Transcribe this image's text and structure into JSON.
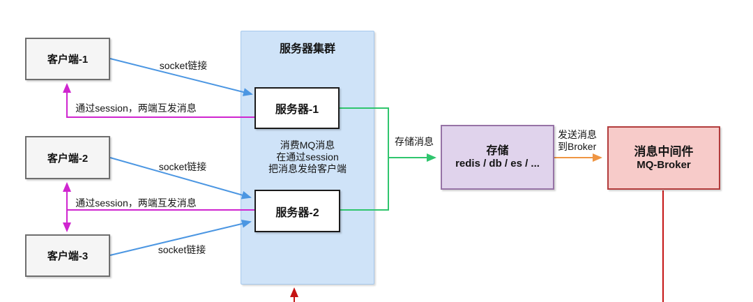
{
  "nodes": {
    "client1": {
      "label": "客户端-1"
    },
    "client2": {
      "label": "客户端-2"
    },
    "client3": {
      "label": "客户端-3"
    },
    "cluster": {
      "title": "服务器集群",
      "note": "消费MQ消息\n在通过session\n把消息发给客户端"
    },
    "server1": {
      "label": "服务器-1"
    },
    "server2": {
      "label": "服务器-2"
    },
    "storage": {
      "title": "存储",
      "subtitle": "redis / db / es / ..."
    },
    "broker": {
      "title": "消息中间件",
      "subtitle": "MQ-Broker"
    }
  },
  "edges": {
    "socket1": {
      "label": "socket链接"
    },
    "socket2": {
      "label": "socket链接"
    },
    "socket3": {
      "label": "socket链接"
    },
    "session1": {
      "label": "通过session，两端互发消息"
    },
    "session2": {
      "label": "通过session，两端互发消息"
    },
    "store": {
      "label": "存储消息"
    },
    "send": {
      "label": "发送消息\n到Broker"
    }
  },
  "colors": {
    "arrow-blue": "#4b96e2",
    "arrow-magenta": "#cf25cf",
    "arrow-green": "#2fc56d",
    "arrow-orange": "#ef9543",
    "arrow-red": "#c51414",
    "client-fill": "#f5f5f5",
    "client-border": "#6e6e6e",
    "cluster-fill": "#cfe3f8",
    "cluster-border": "#a6c8ec",
    "server-fill": "#ffffff",
    "server-border": "#1a1a1a",
    "storage-fill": "#e0d3ec",
    "storage-border": "#9673a6",
    "broker-fill": "#f7cbc9",
    "broker-border": "#b23b3b"
  }
}
